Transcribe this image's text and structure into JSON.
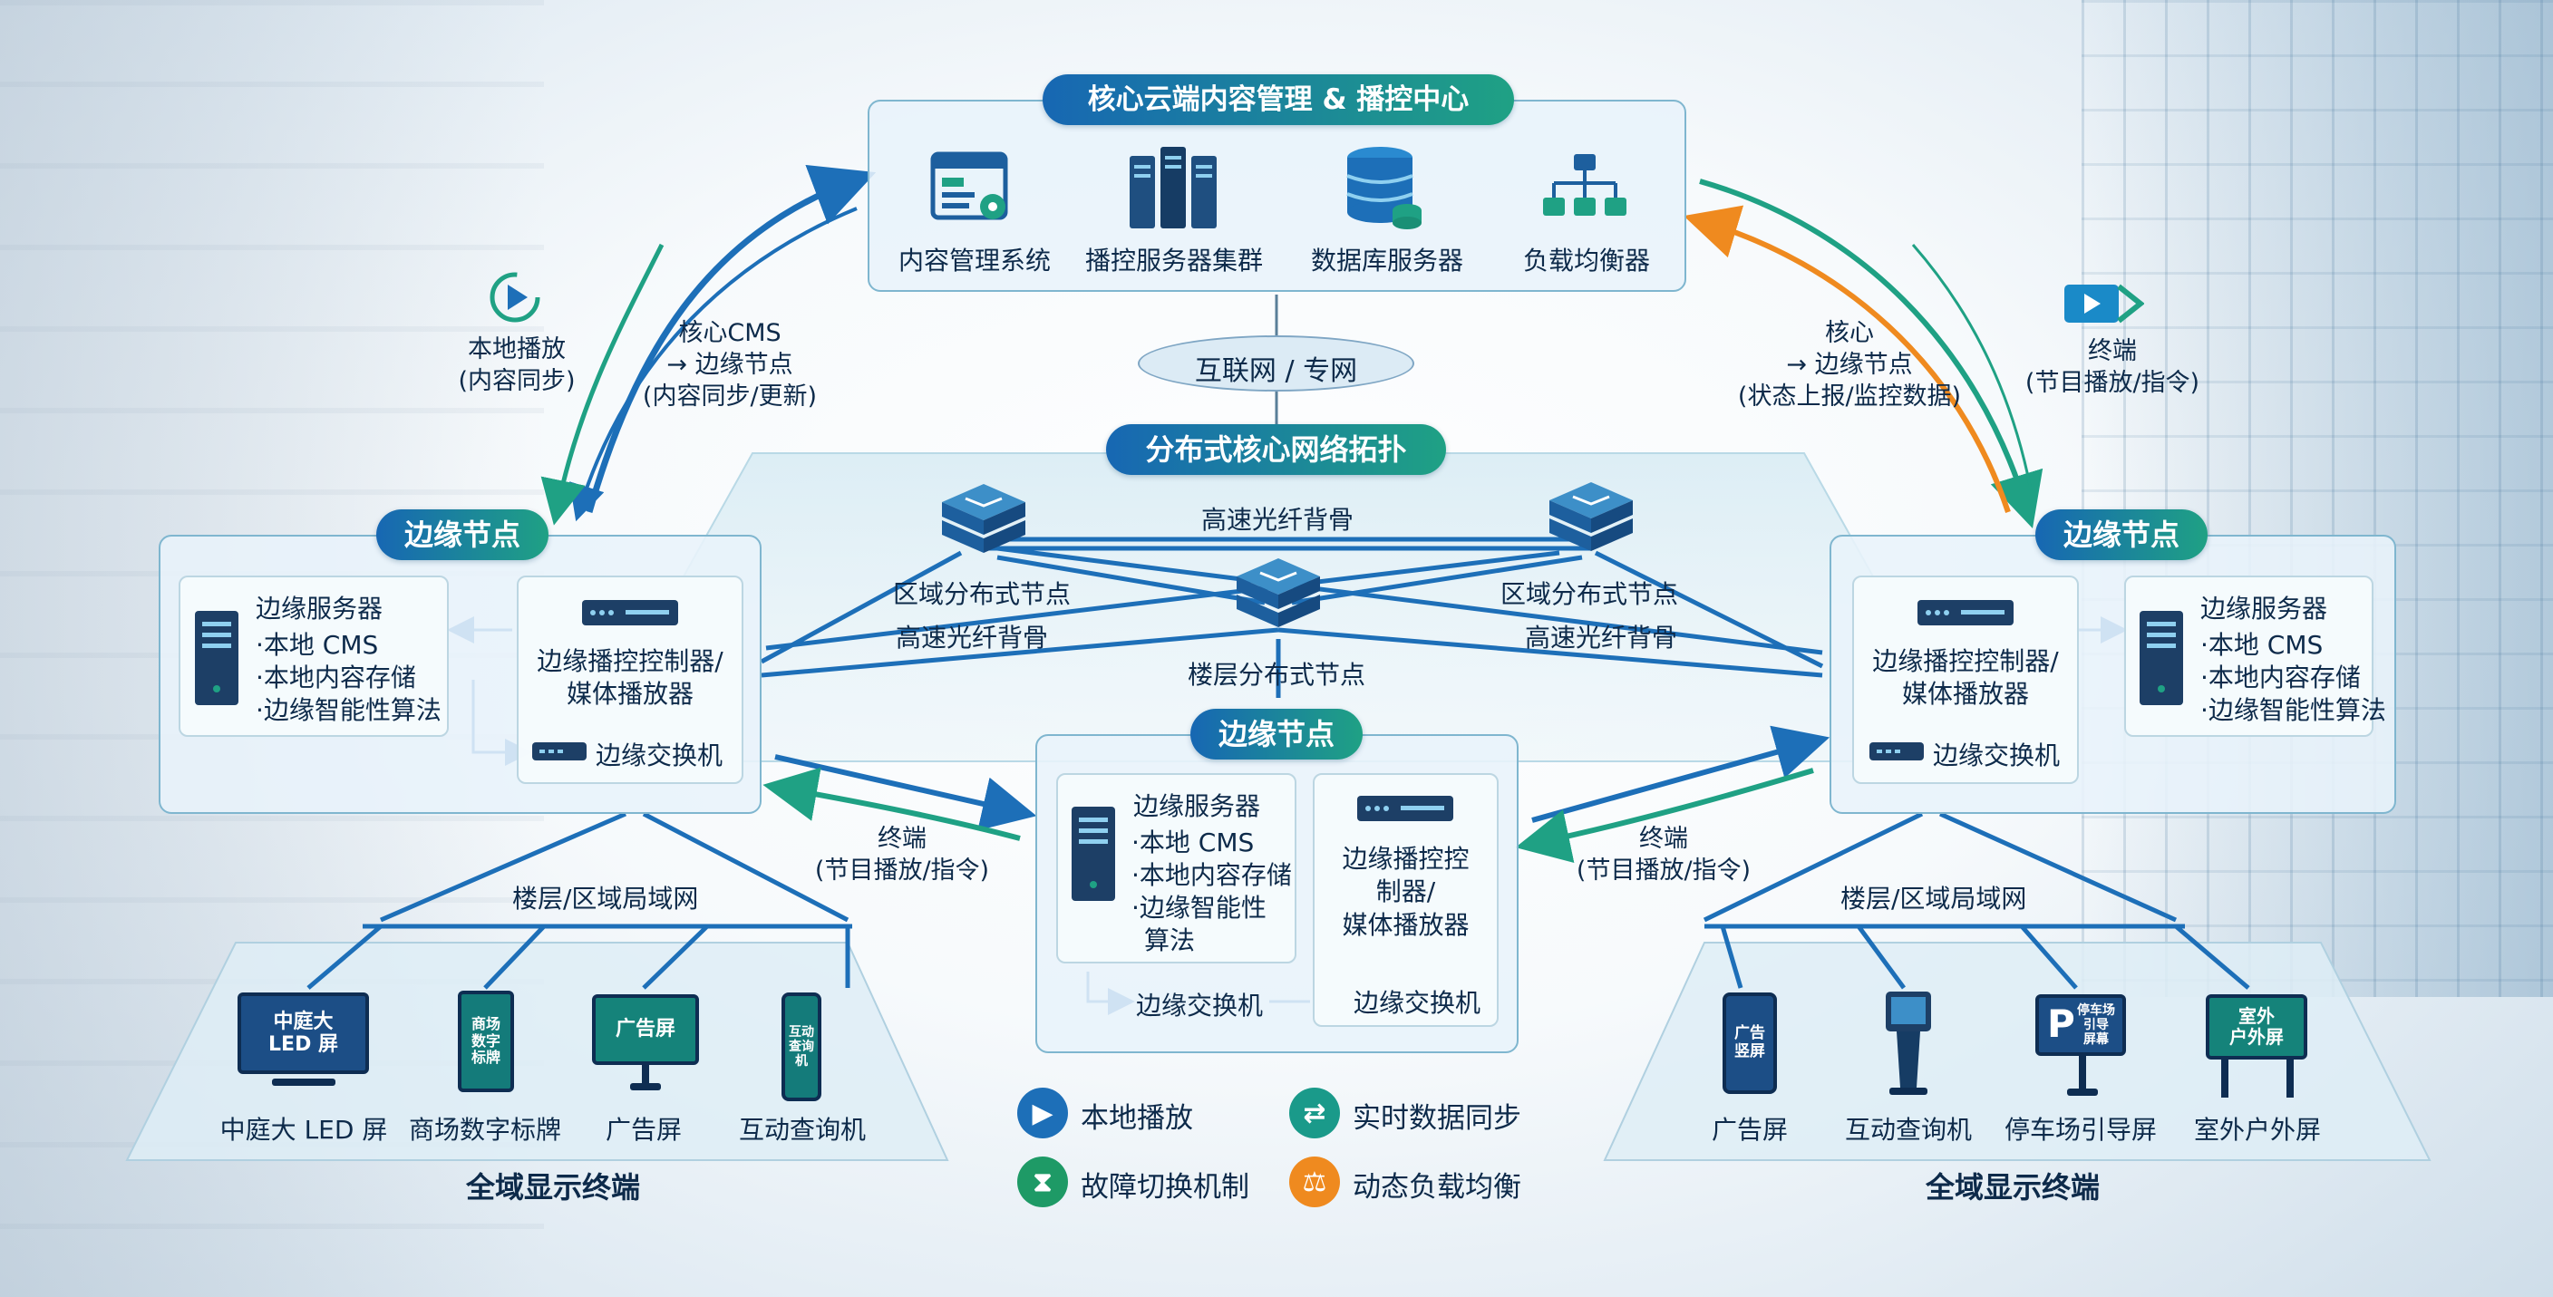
{
  "core": {
    "title": "核心云端内容管理 & 播控中心",
    "items": [
      {
        "label": "内容管理系统",
        "icon": "cms-window-icon"
      },
      {
        "label": "播控服务器集群",
        "icon": "server-cluster-icon"
      },
      {
        "label": "数据库服务器",
        "icon": "database-icon"
      },
      {
        "label": "负载均衡器",
        "icon": "load-balancer-icon"
      }
    ]
  },
  "network": {
    "cloud_label": "互联网 / 专网",
    "topology_title": "分布式核心网络拓扑",
    "backbone_top": "高速光纤背骨",
    "regional_left": "区域分布式节点",
    "backbone_left": "高速光纤背骨",
    "regional_right": "区域分布式节点",
    "backbone_right": "高速光纤背骨",
    "floor_node": "楼层分布式节点"
  },
  "flows": {
    "left_local_play": "本地播放\n(内容同步)",
    "left_cms": "核心CMS\n→ 边缘节点\n(内容同步/更新)",
    "right_core": "核心\n→ 边缘节点\n(状态上报/监控数据)",
    "right_terminal": "终端\n(节目播放/指令)",
    "mid_left_terminal": "终端\n(节目播放/指令)",
    "mid_right_terminal": "终端\n(节目播放/指令)"
  },
  "edge_left": {
    "title": "边缘节点",
    "server_title": "边缘服务器",
    "server_items": [
      "·本地 CMS",
      "·本地内容存储",
      "·边缘智能性算法"
    ],
    "controller": "边缘播控控制器/\n媒体播放器",
    "switch": "边缘交换机"
  },
  "edge_right": {
    "title": "边缘节点",
    "server_title": "边缘服务器",
    "server_items": [
      "·本地 CMS",
      "·本地内容存储",
      "·边缘智能性算法"
    ],
    "controller": "边缘播控控制器/\n媒体播放器",
    "switch": "边缘交换机"
  },
  "edge_center": {
    "title": "边缘节点",
    "server_title": "边缘服务器",
    "server_items": [
      "·本地 CMS",
      "·本地内容存储",
      "·边缘智能性",
      "算法"
    ],
    "controller": "边缘播控控\n制器/\n媒体播放器",
    "switch_left": "边缘交换机",
    "switch_right": "边缘交换机"
  },
  "terminals_left": {
    "lan": "楼层/区域局域网",
    "title": "全域显示终端",
    "items": [
      {
        "label": "中庭大 LED 屏",
        "screen": "中庭大\nLED 屏"
      },
      {
        "label": "商场数字标牌",
        "screen": "商场\n数字\n标牌"
      },
      {
        "label": "广告屏",
        "screen": "广告屏"
      },
      {
        "label": "互动查询机",
        "screen": "互动\n查询\n机"
      }
    ]
  },
  "terminals_right": {
    "lan": "楼层/区域局域网",
    "title": "全域显示终端",
    "items": [
      {
        "label": "广告屏",
        "screen": "广告\n竖屏"
      },
      {
        "label": "互动查询机",
        "screen": ""
      },
      {
        "label": "停车场引导屏",
        "screen": "停车场\n引导\n屏幕"
      },
      {
        "label": "室外户外屏",
        "screen": "室外\n户外屏"
      }
    ]
  },
  "legend": [
    {
      "label": "本地播放",
      "icon": "play-circle-icon",
      "color": "#1d6fb8"
    },
    {
      "label": "实时数据同步",
      "icon": "sync-icon",
      "color": "#1a9a8a"
    },
    {
      "label": "故障切换机制",
      "icon": "hourglass-icon",
      "color": "#1e9a66"
    },
    {
      "label": "动态负载均衡",
      "icon": "balance-icon",
      "color": "#ef8a1f"
    }
  ],
  "colors": {
    "blue": "#1d6fb8",
    "green": "#1fa184",
    "orange": "#ef8a1f",
    "panel_border": "#7fb6cf"
  }
}
